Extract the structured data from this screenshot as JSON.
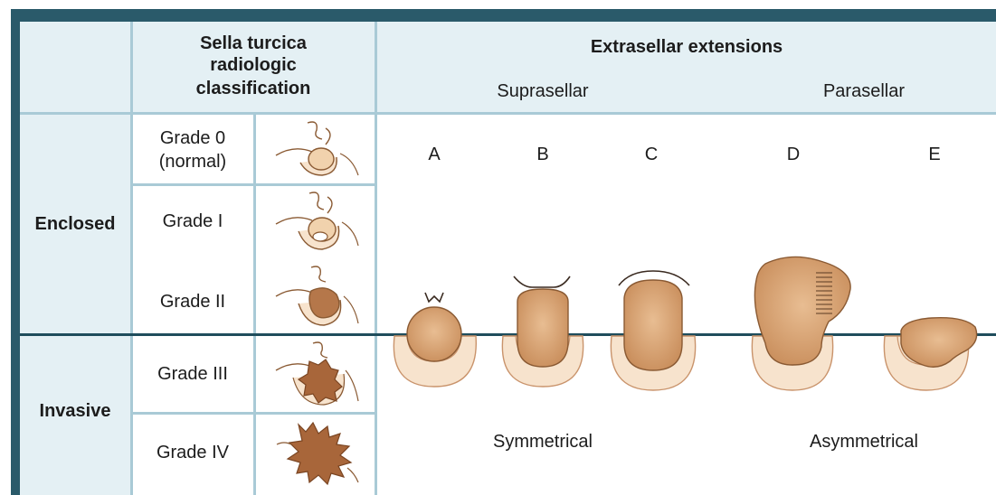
{
  "header": {
    "classification_title_line1": "Sella turcica",
    "classification_title_line2": "radiologic",
    "classification_title_line3": "classification",
    "extensions_title": "Extrasellar extensions",
    "suprasellar_label": "Suprasellar",
    "parasellar_label": "Parasellar"
  },
  "rows": {
    "enclosed_label": "Enclosed",
    "invasive_label": "Invasive"
  },
  "grades": [
    {
      "line1": "Grade 0",
      "line2": "(normal)"
    },
    {
      "line1": "Grade I"
    },
    {
      "line1": "Grade II"
    },
    {
      "line1": "Grade III"
    },
    {
      "line1": "Grade IV"
    }
  ],
  "extension_letters": [
    "A",
    "B",
    "C",
    "D",
    "E"
  ],
  "footer": {
    "symmetrical_label": "Symmetrical",
    "asymmetrical_label": "Asymmetrical"
  },
  "colors": {
    "frame": "#2a5a6a",
    "header_fill": "#e4f0f4",
    "grid_line": "#a9cad6",
    "tumor_fill": "#d4a173",
    "bone_fill": "#f7e3cd",
    "outline": "#8a5a33",
    "invasive_tumor": "#a8663a"
  }
}
